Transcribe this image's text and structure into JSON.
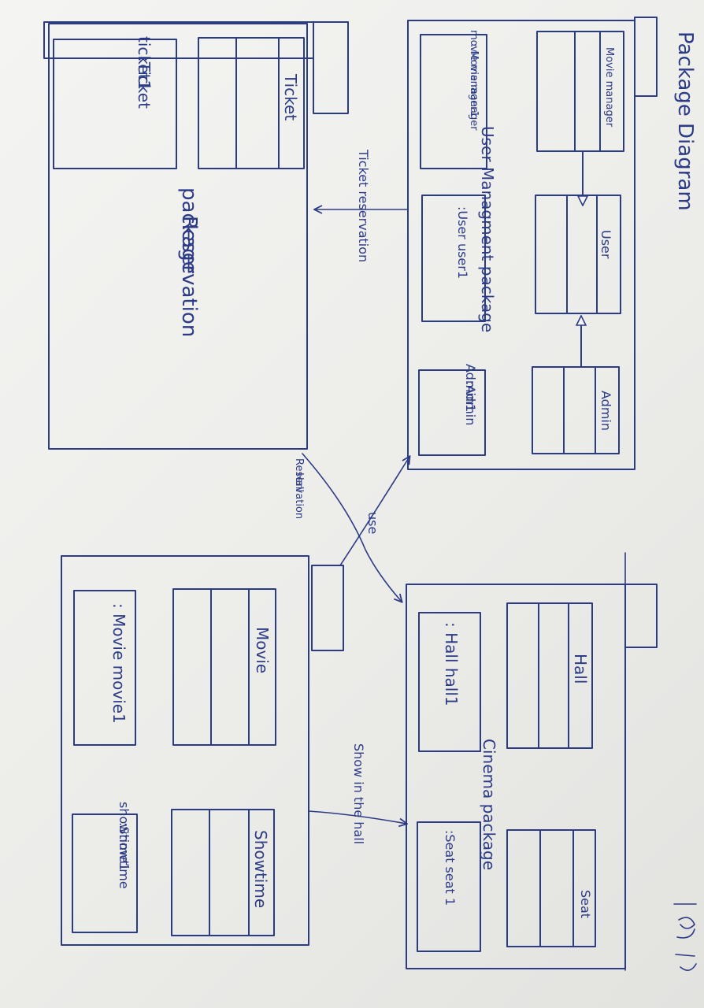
{
  "title": "Package Diagram",
  "packages": {
    "user_management": {
      "name": "User Managment package",
      "classes": [
        "Movie manager",
        "User",
        "Admin"
      ],
      "objects": [
        ": Movie manager\nmovie manager1",
        ":User user1",
        ":Admin\nAdmin1"
      ]
    },
    "reservation": {
      "name": "Reservation\npackage",
      "classes": [
        "Ticket"
      ],
      "objects": [
        ":Ticket\nticket1"
      ]
    },
    "movie": {
      "classes": [
        "Movie",
        "Showtime"
      ],
      "objects": [
        ": Movie movie1",
        ":Showtime\nshowtime1"
      ]
    },
    "cinema": {
      "name": "Cinema package",
      "classes": [
        "Hall",
        "Seat"
      ],
      "objects": [
        ": Hall hall1",
        ":Seat seat 1"
      ]
    }
  },
  "relations": {
    "ticket_reservation": "Ticket reservation",
    "hall_reservation": "Hall\nReservation",
    "use": "use",
    "show_in_hall": "Show in the hall"
  },
  "colors": {
    "ink": "#2c3b86",
    "paper": "#f1f1ef"
  }
}
